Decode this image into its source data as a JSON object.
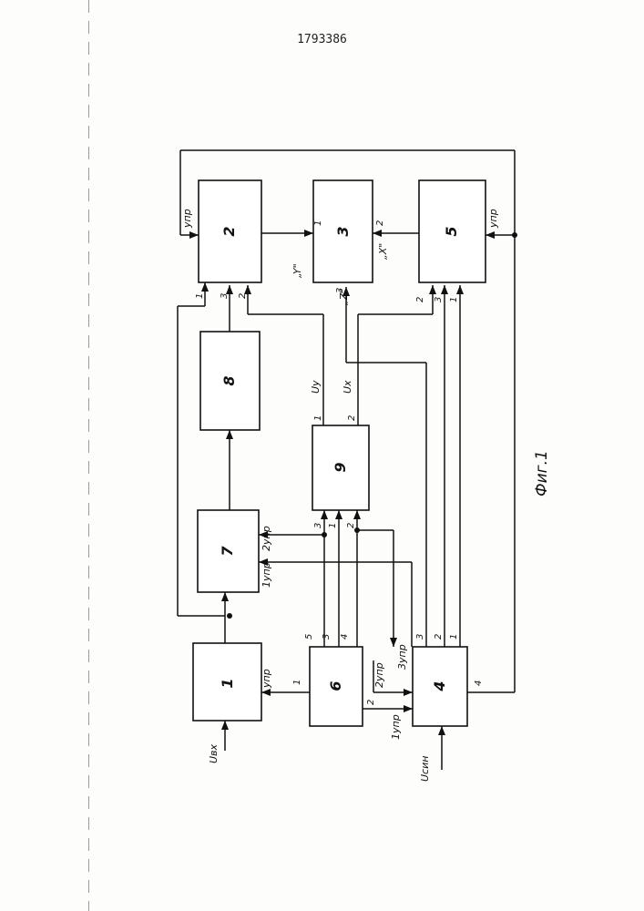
{
  "document": {
    "number": "1793386",
    "figure_caption": "Фиг.1"
  },
  "blocks": [
    {
      "id": "block-1",
      "label": "1"
    },
    {
      "id": "block-2",
      "label": "2"
    },
    {
      "id": "block-3",
      "label": "3"
    },
    {
      "id": "block-4",
      "label": "4"
    },
    {
      "id": "block-5",
      "label": "5"
    },
    {
      "id": "block-6",
      "label": "6"
    },
    {
      "id": "block-7",
      "label": "7"
    },
    {
      "id": "block-8",
      "label": "8"
    },
    {
      "id": "block-9",
      "label": "9"
    }
  ],
  "signals": {
    "u_in": "Uвх",
    "u_sync": "Uсин",
    "u_y": "Uy",
    "u_x": "Ux",
    "y_input": "„Y\"",
    "x_input": "„X\"",
    "z_input": "„Z\"",
    "ctrl": "упр",
    "ctrl_1": "1упр",
    "ctrl_2": "2упр",
    "ctrl_3": "3упр"
  },
  "pins": {
    "p1": "1",
    "p2": "2",
    "p3": "3",
    "p4": "4",
    "p5": "5"
  }
}
